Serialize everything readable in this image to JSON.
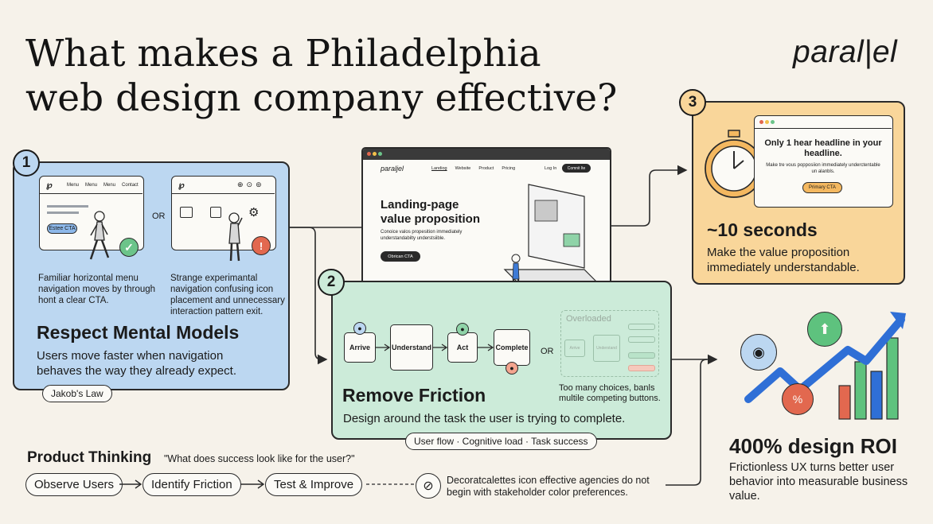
{
  "title": "What makes a Philadelphia web design company effective?",
  "logo": "paral|el",
  "colors": {
    "blue": "#bcd7f1",
    "green": "#ccebd9",
    "orange": "#f9d69a",
    "accent_blue": "#2f6fd6",
    "accent_red": "#e2684f"
  },
  "section1": {
    "number": "1",
    "mock_left": {
      "menu": [
        "Menu",
        "Menu",
        "Menu",
        "Contact"
      ],
      "cta": "Estee CTA"
    },
    "or_label": "OR",
    "caption_left": "Familiar horizontal menu navigation moves by through hont a clear CTA.",
    "caption_right": "Strange experimantal navigation confusing icon placement and unnecessary interaction pattern exit.",
    "heading": "Respect Mental Models",
    "body": "Users move faster when navigation behaves the way they already expect.",
    "tag": "Jakob's Law"
  },
  "landing": {
    "brand": "paraljel",
    "nav": [
      "Landiog",
      "Website",
      "Product",
      "Pricing"
    ],
    "login": "Log In",
    "nav_button": "Comnit lte",
    "headline": "Landing-page value proposition",
    "sub": "Conoice valos propesition immediately understandabilty understsiible.",
    "button": "Obrican CTA"
  },
  "section2": {
    "number": "2",
    "flow": [
      "Arrive",
      "Understand",
      "Act",
      "Complete"
    ],
    "or_label": "OR",
    "overloaded": {
      "title": "Overloaded",
      "boxes": [
        "Arrive",
        "Understand"
      ]
    },
    "overloaded_caption": "Too many choices, banls multile competing buttons.",
    "heading": "Remove Friction",
    "body": "Design around the task the user is trying to complete.",
    "tag": "User flow · Cognitive load · Task success"
  },
  "section3": {
    "number": "3",
    "window_head": "Only 1 hear headline in your headline.",
    "window_sub": "Make tre vous popposiion immediately underctentable un alanbls.",
    "window_button": "Primary CTA",
    "stat": "~10 seconds",
    "body": "Make the value proposition immediately understandable."
  },
  "roi": {
    "heading": "400% design ROI",
    "body": "Frictionless UX turns better user behavior into measurable business value.",
    "chart_bars": [
      0.35,
      0.6,
      0.5,
      0.85
    ]
  },
  "product": {
    "heading": "Product Thinking",
    "question": "\"What does success look like for the user?\"",
    "steps": [
      "Observe Users",
      "Identify Friction",
      "Test & Improve"
    ],
    "note": "Decoratcalettes icon effective agencies do not begin with stakeholder color preferences."
  }
}
